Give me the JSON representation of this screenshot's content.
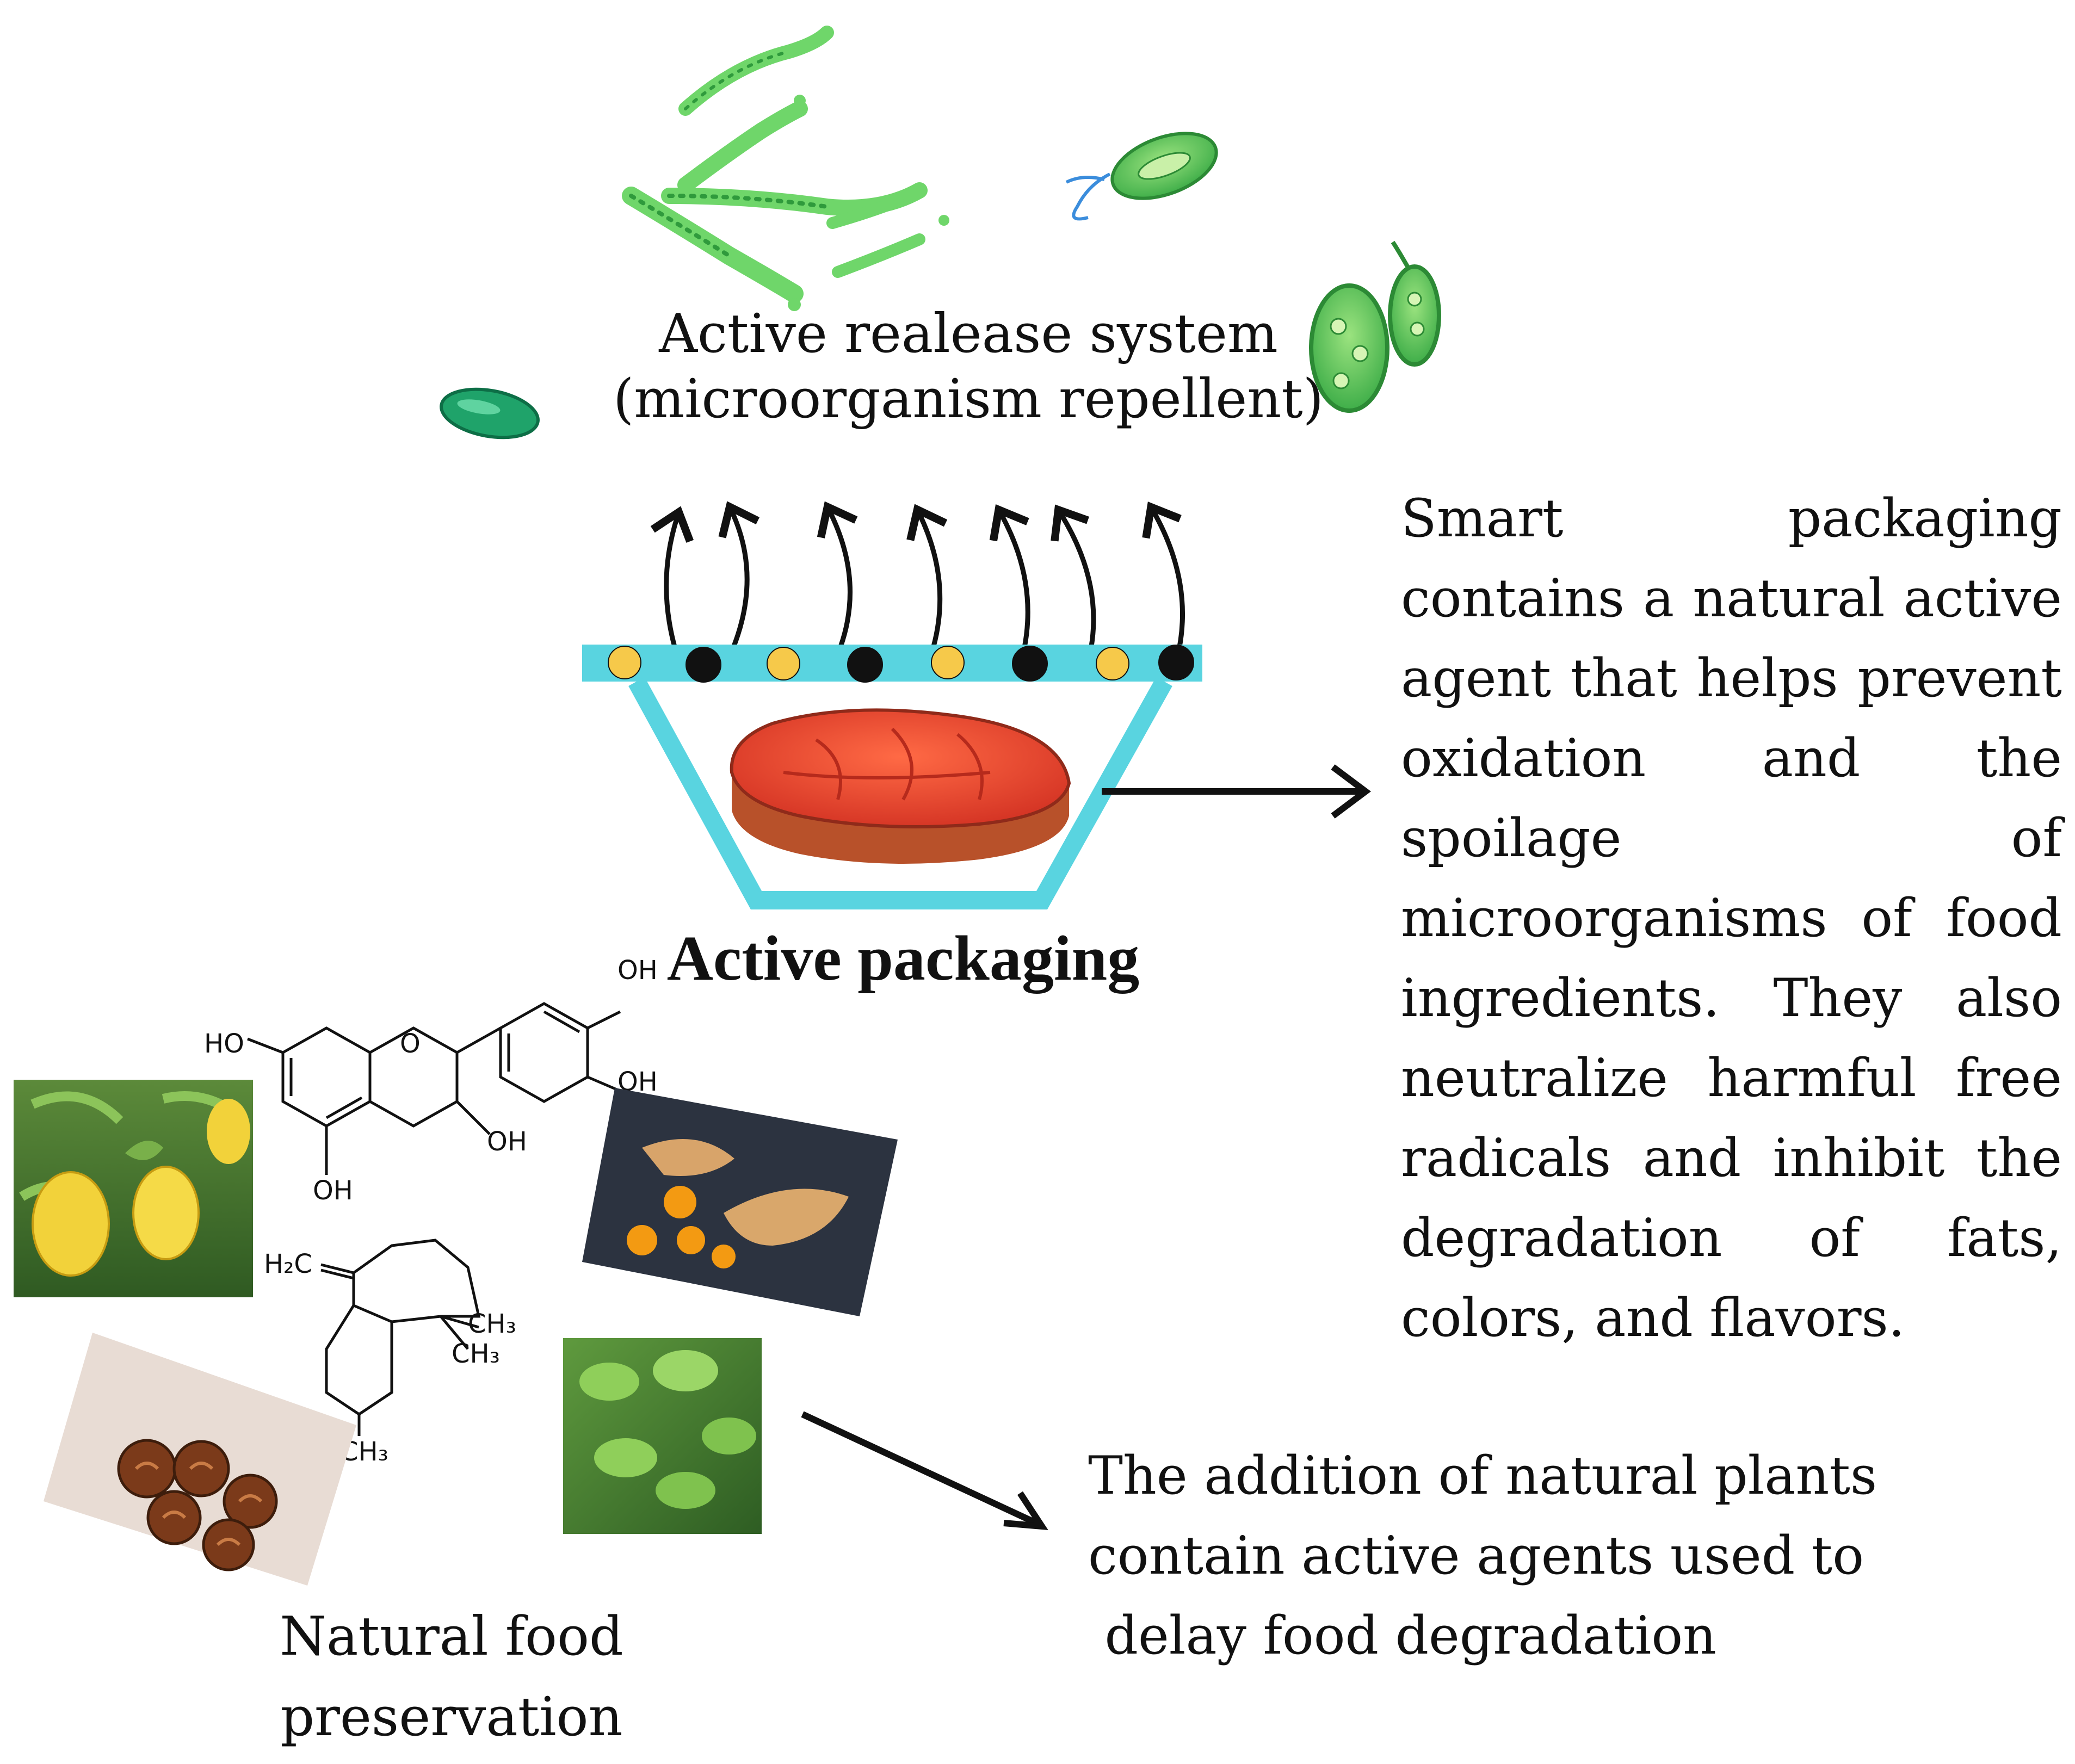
{
  "labels": {
    "active_release_line1": "Active realease system",
    "active_release_line2": "(microorganism repellent)",
    "active_packaging": "Active packaging",
    "smart_packaging_text": "Smart packaging contains a natural active agent that helps prevent oxidation and the spoilage of microorganisms of food ingredients. They also neutralize harmful free radicals and inhibit the degradation of fats, colors, and flavors.",
    "natural_plants_line1": "The addition of natural plants",
    "natural_plants_line2": "contain active agents used to",
    "natural_plants_line3": " delay food degradation",
    "natural_food_line1": "Natural food",
    "natural_food_line2": "preservation"
  },
  "chemistry": {
    "catechin": {
      "ho_left": "HO",
      "oh_top_right": "OH",
      "oh_right": "OH",
      "oh_ring": "OH",
      "oh_bottom": "OH",
      "o_ring": "O"
    },
    "terpene": {
      "h2c": "H₂C",
      "ch3_a": "CH₃",
      "ch3_b": "CH₃",
      "ch3_c": "CH₃"
    }
  },
  "icons": [
    "bacteria-cluster-icon",
    "bacterium-icon",
    "meat-steak-icon",
    "lemon-photo",
    "turmeric-photo",
    "cinnamon-photo",
    "herb-photo",
    "release-arrow-icon"
  ],
  "colors": {
    "tray": "#59d4e0",
    "particle_yellow": "#f6c94a",
    "particle_black": "#111111",
    "bacteria_green": "#5cc75a",
    "meat_red": "#e8432e"
  }
}
